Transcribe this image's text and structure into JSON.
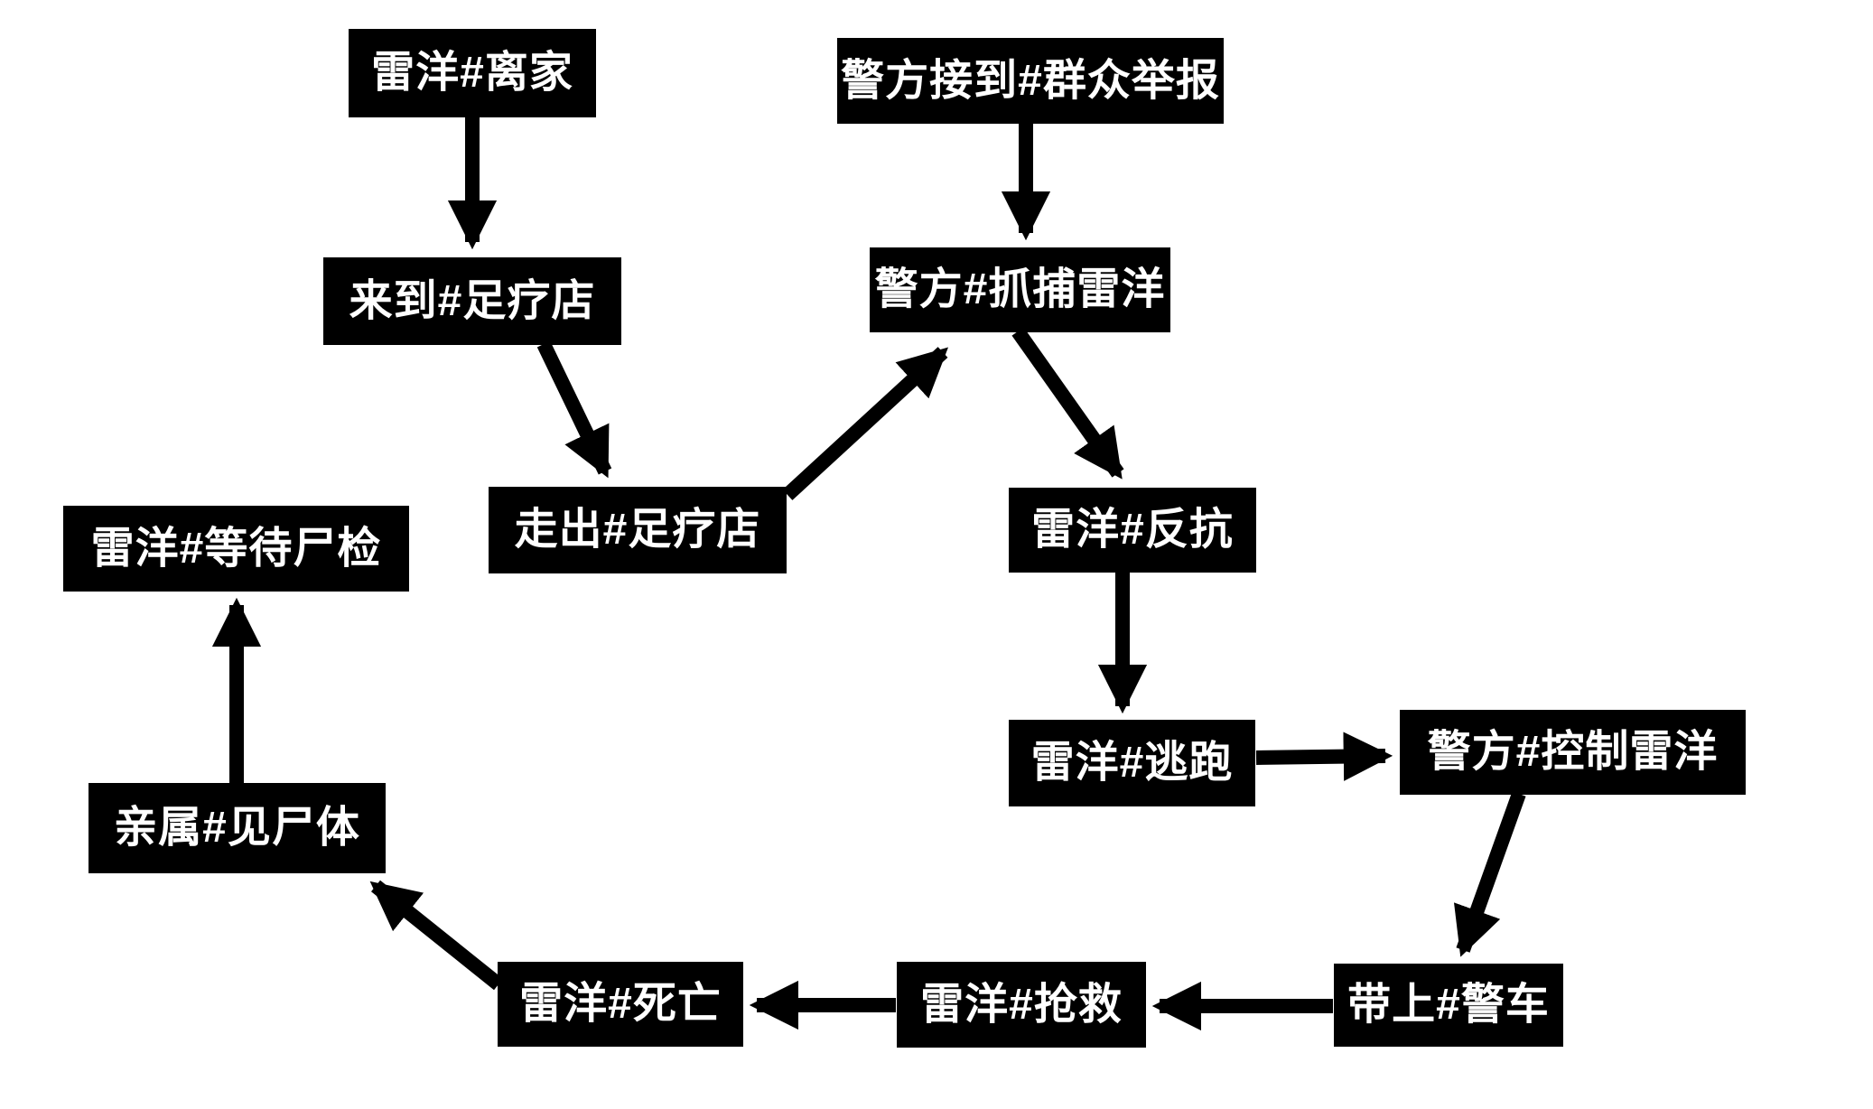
{
  "colors": {
    "background": "#ffffff",
    "node_background": "#000000",
    "node_text": "#ffffff",
    "edge": "#000000"
  },
  "diagram": {
    "type": "flowchart",
    "nodes": [
      {
        "id": "lei-yang-leaves-home",
        "label": "雷洋#离家"
      },
      {
        "id": "arrives-foot-spa",
        "label": "来到#足疗店"
      },
      {
        "id": "exits-foot-spa",
        "label": "走出#足疗店"
      },
      {
        "id": "police-receive-public-tip",
        "label": "警方接到#群众举报"
      },
      {
        "id": "police-arrest-lei-yang",
        "label": "警方#抓捕雷洋"
      },
      {
        "id": "lei-yang-resists",
        "label": "雷洋#反抗"
      },
      {
        "id": "lei-yang-flees",
        "label": "雷洋#逃跑"
      },
      {
        "id": "police-control-lei-yang",
        "label": "警方#控制雷洋"
      },
      {
        "id": "taken-into-police-car",
        "label": "带上#警车"
      },
      {
        "id": "lei-yang-emergency-rescue",
        "label": "雷洋#抢救"
      },
      {
        "id": "lei-yang-dies",
        "label": "雷洋#死亡"
      },
      {
        "id": "relatives-see-body",
        "label": "亲属#见尸体"
      },
      {
        "id": "lei-yang-awaits-autopsy",
        "label": "雷洋#等待尸检"
      }
    ],
    "edges": [
      {
        "from": "lei-yang-leaves-home",
        "to": "arrives-foot-spa"
      },
      {
        "from": "arrives-foot-spa",
        "to": "exits-foot-spa"
      },
      {
        "from": "exits-foot-spa",
        "to": "police-arrest-lei-yang"
      },
      {
        "from": "police-receive-public-tip",
        "to": "police-arrest-lei-yang"
      },
      {
        "from": "police-arrest-lei-yang",
        "to": "lei-yang-resists"
      },
      {
        "from": "lei-yang-resists",
        "to": "lei-yang-flees"
      },
      {
        "from": "lei-yang-flees",
        "to": "police-control-lei-yang"
      },
      {
        "from": "police-control-lei-yang",
        "to": "taken-into-police-car"
      },
      {
        "from": "taken-into-police-car",
        "to": "lei-yang-emergency-rescue"
      },
      {
        "from": "lei-yang-emergency-rescue",
        "to": "lei-yang-dies"
      },
      {
        "from": "lei-yang-dies",
        "to": "relatives-see-body"
      },
      {
        "from": "relatives-see-body",
        "to": "lei-yang-awaits-autopsy"
      }
    ]
  }
}
